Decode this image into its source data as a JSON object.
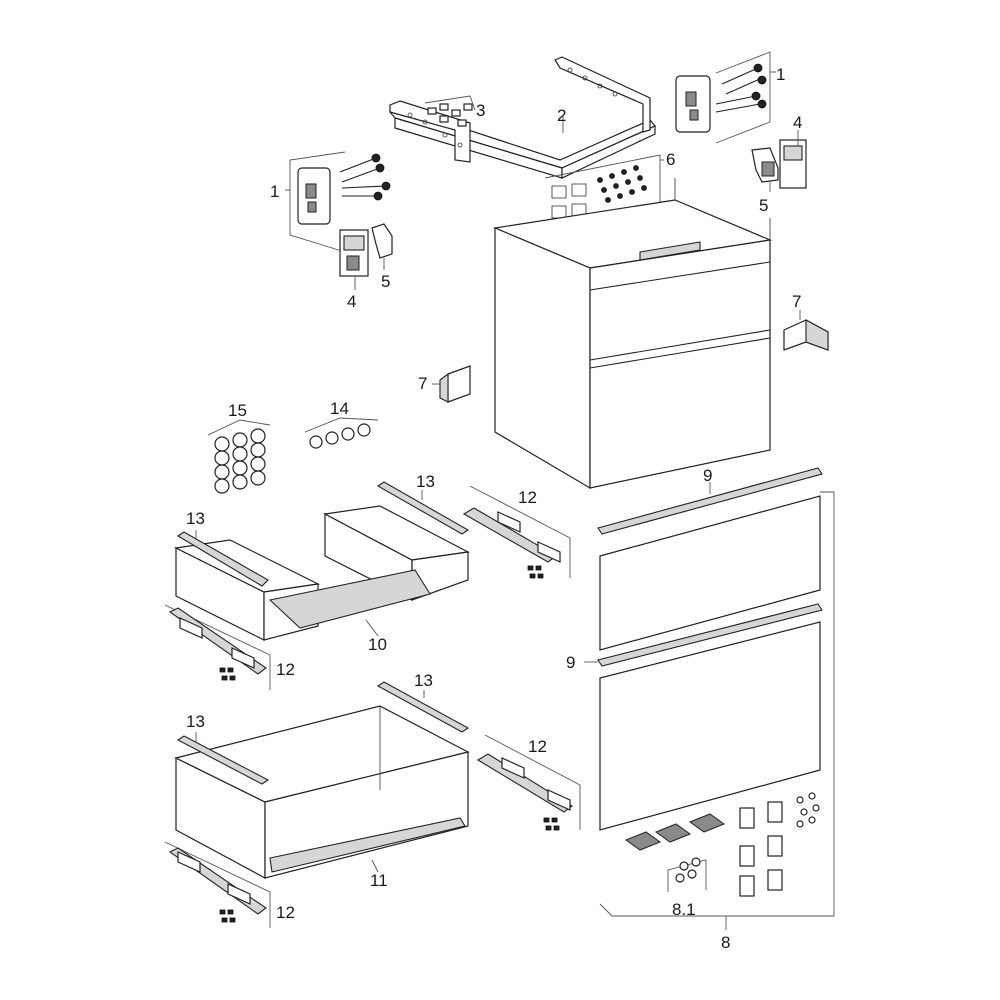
{
  "diagram": {
    "callouts": {
      "c1_top_right": "1",
      "c1_left": "1",
      "c2": "2",
      "c3": "3",
      "c4_right": "4",
      "c4_left": "4",
      "c5_right": "5",
      "c5_left": "5",
      "c6": "6",
      "c7_right": "7",
      "c7_left": "7",
      "c8": "8",
      "c8_1": "8.1",
      "c9_top": "9",
      "c9_mid": "9",
      "c10": "10",
      "c11": "11",
      "c12_a": "12",
      "c12_b": "12",
      "c12_c": "12",
      "c12_d": "12",
      "c13_a": "13",
      "c13_b": "13",
      "c13_c": "13",
      "c13_d": "13",
      "c14": "14",
      "c15": "15"
    }
  }
}
